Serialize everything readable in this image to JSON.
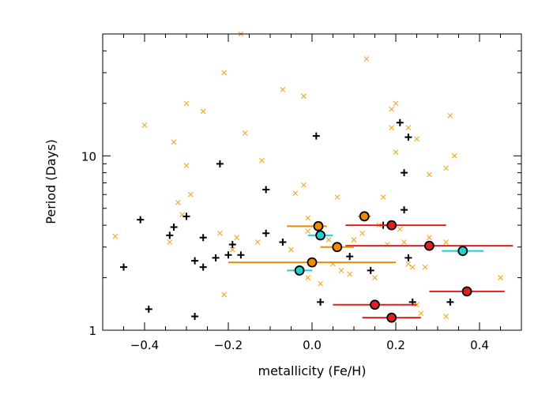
{
  "chart_data": {
    "type": "scatter",
    "title": "",
    "xlabel": "metallicity (Fe/H)",
    "ylabel": "Period (Days)",
    "xlim": [
      -0.5,
      0.5
    ],
    "ylim": [
      1,
      50
    ],
    "yscale": "log",
    "grid": false,
    "x_ticks": [
      -0.4,
      -0.2,
      0.0,
      0.2,
      0.4
    ],
    "x_tick_labels": [
      "−0.4",
      "−0.2",
      "0.0",
      "0.2",
      "0.4"
    ],
    "y_ticks": [
      1,
      10
    ],
    "y_tick_labels": [
      "1",
      "10"
    ],
    "colors": {
      "orange_cross": "#f5a623",
      "black_plus": "#000000",
      "red_point": "#e02020",
      "orange_point": "#f08a00",
      "cyan_point": "#20d0d0"
    },
    "series": [
      {
        "marker": "x",
        "color": "#f5a623",
        "points": [
          {
            "x": -0.47,
            "y": 3.45
          },
          {
            "x": -0.4,
            "y": 15.0
          },
          {
            "x": -0.34,
            "y": 3.2
          },
          {
            "x": -0.33,
            "y": 12.0
          },
          {
            "x": -0.32,
            "y": 5.4
          },
          {
            "x": -0.3,
            "y": 20.0
          },
          {
            "x": -0.3,
            "y": 8.8
          },
          {
            "x": -0.29,
            "y": 6.0
          },
          {
            "x": -0.31,
            "y": 4.6
          },
          {
            "x": -0.26,
            "y": 18.0
          },
          {
            "x": -0.22,
            "y": 3.6
          },
          {
            "x": -0.21,
            "y": 30.0
          },
          {
            "x": -0.21,
            "y": 1.6
          },
          {
            "x": -0.19,
            "y": 2.9
          },
          {
            "x": -0.18,
            "y": 3.4
          },
          {
            "x": -0.17,
            "y": 50.0
          },
          {
            "x": -0.16,
            "y": 13.5
          },
          {
            "x": -0.13,
            "y": 3.2
          },
          {
            "x": -0.12,
            "y": 9.4
          },
          {
            "x": -0.07,
            "y": 24.0
          },
          {
            "x": -0.05,
            "y": 2.9
          },
          {
            "x": -0.04,
            "y": 6.1
          },
          {
            "x": -0.02,
            "y": 6.8
          },
          {
            "x": -0.02,
            "y": 22.0
          },
          {
            "x": -0.01,
            "y": 2.0
          },
          {
            "x": -0.01,
            "y": 3.7
          },
          {
            "x": -0.01,
            "y": 4.4
          },
          {
            "x": 0.02,
            "y": 1.85
          },
          {
            "x": 0.04,
            "y": 3.3
          },
          {
            "x": 0.05,
            "y": 2.4
          },
          {
            "x": 0.06,
            "y": 5.8
          },
          {
            "x": 0.07,
            "y": 2.2
          },
          {
            "x": 0.09,
            "y": 2.1
          },
          {
            "x": 0.1,
            "y": 3.3
          },
          {
            "x": 0.12,
            "y": 3.6
          },
          {
            "x": 0.13,
            "y": 36.0
          },
          {
            "x": 0.15,
            "y": 2.0
          },
          {
            "x": 0.16,
            "y": 4.0
          },
          {
            "x": 0.17,
            "y": 5.8
          },
          {
            "x": 0.18,
            "y": 3.1
          },
          {
            "x": 0.19,
            "y": 14.5
          },
          {
            "x": 0.19,
            "y": 18.5
          },
          {
            "x": 0.2,
            "y": 20.0
          },
          {
            "x": 0.2,
            "y": 10.5
          },
          {
            "x": 0.21,
            "y": 3.8
          },
          {
            "x": 0.22,
            "y": 3.2
          },
          {
            "x": 0.23,
            "y": 2.4
          },
          {
            "x": 0.23,
            "y": 14.5
          },
          {
            "x": 0.24,
            "y": 2.3
          },
          {
            "x": 0.25,
            "y": 1.4
          },
          {
            "x": 0.25,
            "y": 12.5
          },
          {
            "x": 0.26,
            "y": 1.25
          },
          {
            "x": 0.27,
            "y": 2.3
          },
          {
            "x": 0.28,
            "y": 3.4
          },
          {
            "x": 0.28,
            "y": 7.8
          },
          {
            "x": 0.32,
            "y": 8.5
          },
          {
            "x": 0.32,
            "y": 1.2
          },
          {
            "x": 0.32,
            "y": 3.2
          },
          {
            "x": 0.33,
            "y": 17.0
          },
          {
            "x": 0.34,
            "y": 10.0
          },
          {
            "x": 0.45,
            "y": 2.0
          }
        ]
      },
      {
        "marker": "+",
        "color": "#000000",
        "points": [
          {
            "x": -0.45,
            "y": 2.3
          },
          {
            "x": -0.41,
            "y": 4.3
          },
          {
            "x": -0.39,
            "y": 1.32
          },
          {
            "x": -0.34,
            "y": 3.5
          },
          {
            "x": -0.33,
            "y": 3.9
          },
          {
            "x": -0.3,
            "y": 4.5
          },
          {
            "x": -0.28,
            "y": 2.5
          },
          {
            "x": -0.28,
            "y": 1.2
          },
          {
            "x": -0.26,
            "y": 3.4
          },
          {
            "x": -0.26,
            "y": 2.3
          },
          {
            "x": -0.23,
            "y": 2.6
          },
          {
            "x": -0.22,
            "y": 9.0
          },
          {
            "x": -0.2,
            "y": 2.7
          },
          {
            "x": -0.19,
            "y": 3.1
          },
          {
            "x": -0.17,
            "y": 2.7
          },
          {
            "x": -0.11,
            "y": 6.4
          },
          {
            "x": -0.11,
            "y": 3.6
          },
          {
            "x": -0.07,
            "y": 3.2
          },
          {
            "x": 0.01,
            "y": 13.0
          },
          {
            "x": 0.02,
            "y": 1.45
          },
          {
            "x": 0.09,
            "y": 2.65
          },
          {
            "x": 0.14,
            "y": 2.2
          },
          {
            "x": 0.17,
            "y": 4.0
          },
          {
            "x": 0.21,
            "y": 15.5
          },
          {
            "x": 0.22,
            "y": 8.0
          },
          {
            "x": 0.22,
            "y": 4.9
          },
          {
            "x": 0.23,
            "y": 12.8
          },
          {
            "x": 0.23,
            "y": 2.6
          },
          {
            "x": 0.24,
            "y": 1.45
          },
          {
            "x": 0.33,
            "y": 1.45
          }
        ]
      },
      {
        "marker": "circle",
        "color": "#e02020",
        "points": [
          {
            "x": 0.19,
            "y": 4.0,
            "xerr": [
              0.11,
              0.13
            ]
          },
          {
            "x": 0.28,
            "y": 3.05,
            "xerr": [
              0.2,
              0.2
            ]
          },
          {
            "x": 0.37,
            "y": 1.67,
            "xerr": [
              0.09,
              0.09
            ]
          },
          {
            "x": 0.15,
            "y": 1.4,
            "xerr": [
              0.1,
              0.1
            ]
          },
          {
            "x": 0.19,
            "y": 1.18,
            "xerr": [
              0.07,
              0.07
            ]
          }
        ]
      },
      {
        "marker": "circle",
        "color": "#f08a00",
        "points": [
          {
            "x": 0.015,
            "y": 3.95,
            "xerr": [
              0.075,
              0.02
            ]
          },
          {
            "x": 0.125,
            "y": 4.5,
            "xerr": [
              0.015,
              0.015
            ]
          },
          {
            "x": 0.06,
            "y": 3.0,
            "xerr": [
              0.04,
              0.04
            ]
          },
          {
            "x": 0.0,
            "y": 2.45,
            "xerr": [
              0.2,
              0.2
            ]
          }
        ]
      },
      {
        "marker": "circle",
        "color": "#20d0d0",
        "points": [
          {
            "x": 0.02,
            "y": 3.5,
            "xerr": [
              0.03,
              0.03
            ]
          },
          {
            "x": -0.03,
            "y": 2.2,
            "xerr": [
              0.03,
              0.03
            ]
          },
          {
            "x": 0.36,
            "y": 2.85,
            "xerr": [
              0.05,
              0.05
            ]
          }
        ]
      }
    ]
  }
}
